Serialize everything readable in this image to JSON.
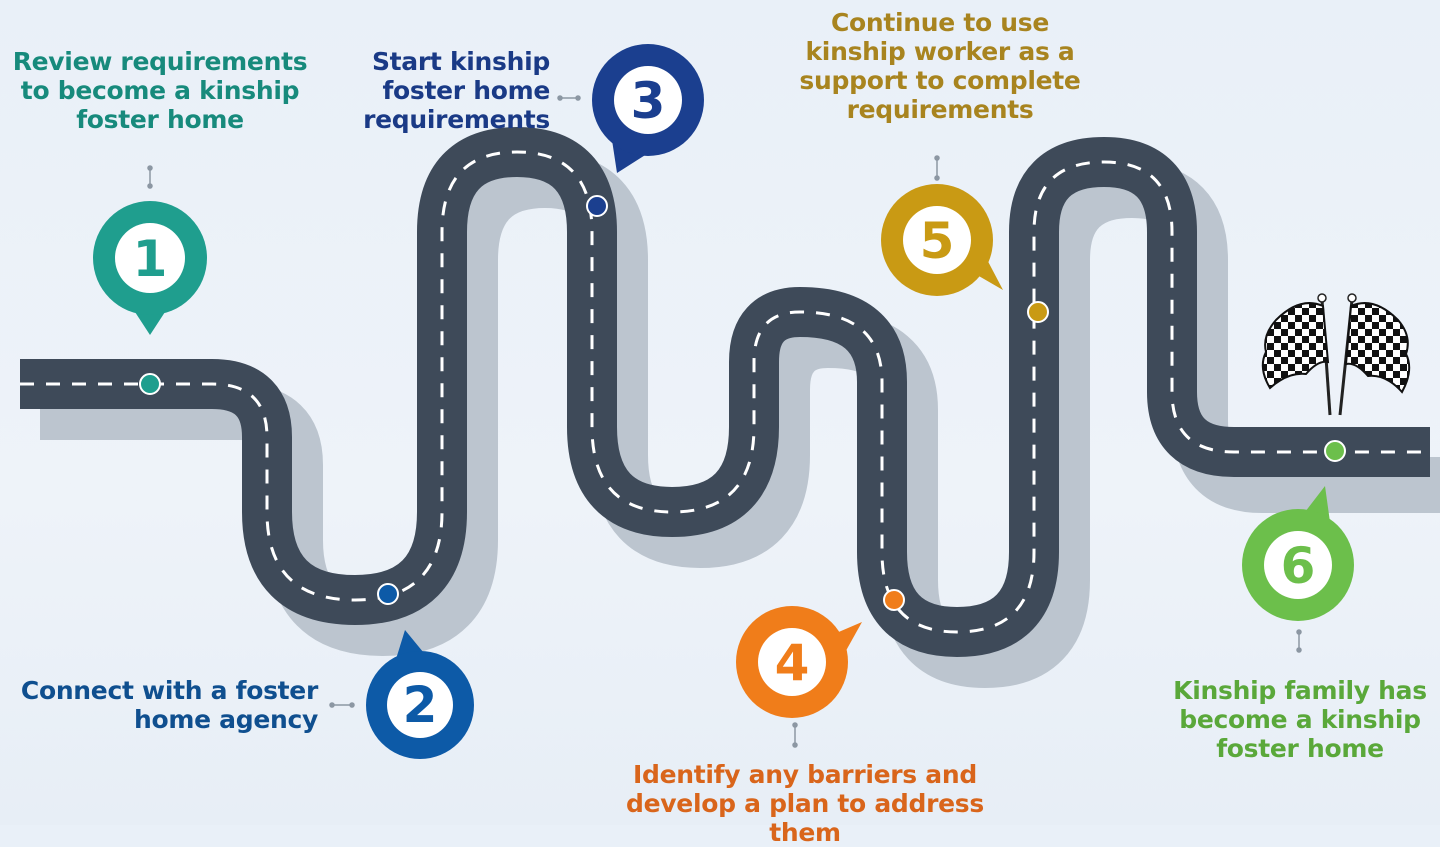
{
  "colors": {
    "road": "#3e4a59",
    "road_shadow": "#bcc5cf",
    "lane": "#ffffff",
    "step1": "#1f9e8e",
    "step2": "#0d5aa7",
    "step3": "#1b3f8f",
    "step4": "#f07d1a",
    "step5": "#c99a14",
    "step6": "#6cbf4b"
  },
  "steps": [
    {
      "number": "1",
      "text": "Review requirements to become a kinship foster home",
      "color": "#1f9e8e",
      "text_color": "#178a7c"
    },
    {
      "number": "2",
      "text": "Connect with a foster home agency",
      "color": "#0d5aa7",
      "text_color": "#0f4f8f"
    },
    {
      "number": "3",
      "text": "Start kinship foster home requirements",
      "color": "#1b3f8f",
      "text_color": "#1a3a86"
    },
    {
      "number": "4",
      "text": "Identify any barriers and develop a plan to address them",
      "color": "#f07d1a",
      "text_color": "#d9651b"
    },
    {
      "number": "5",
      "text": "Continue to use kinship worker as a support to complete requirements",
      "color": "#c99a14",
      "text_color": "#a8841f"
    },
    {
      "number": "6",
      "text": "Kinship family has become a kinship foster home",
      "color": "#6cbf4b",
      "text_color": "#5aa83a"
    }
  ],
  "finish_icon": "checkered-flags-icon"
}
